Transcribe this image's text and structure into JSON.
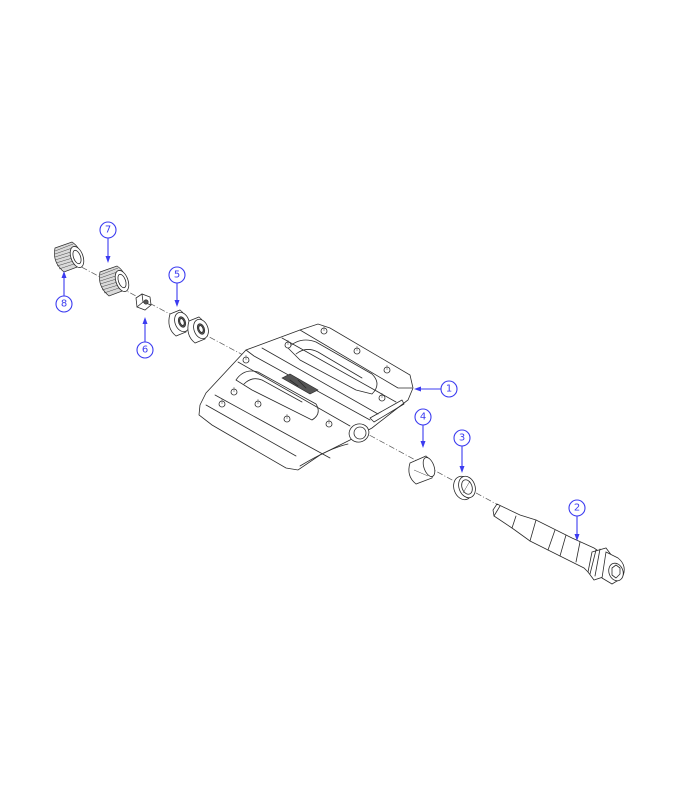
{
  "diagram": {
    "type": "exploded-parts-view",
    "subject": "flat pedal assembly",
    "colors": {
      "callout": "#3b3bf0",
      "linework": "#2a2a2a",
      "background": "#ffffff"
    },
    "callouts": [
      {
        "id": "1",
        "label": "1",
        "part": "pedal-body"
      },
      {
        "id": "2",
        "label": "2",
        "part": "spindle"
      },
      {
        "id": "3",
        "label": "3",
        "part": "seal-washer"
      },
      {
        "id": "4",
        "label": "4",
        "part": "bushing"
      },
      {
        "id": "5",
        "label": "5",
        "part": "bearings"
      },
      {
        "id": "6",
        "label": "6",
        "part": "lock-nut"
      },
      {
        "id": "7",
        "label": "7",
        "part": "inner-end-cap"
      },
      {
        "id": "8",
        "label": "8",
        "part": "outer-end-cap"
      }
    ]
  }
}
